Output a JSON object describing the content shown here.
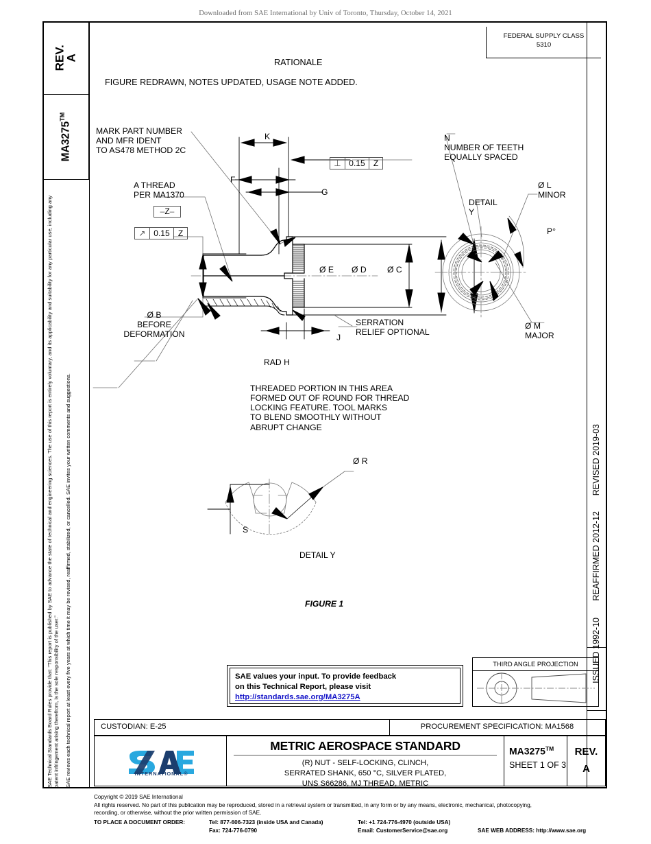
{
  "download_banner": "Downloaded from SAE International by Univ of Toronto, Thursday, October 14, 2021",
  "left_tabs": {
    "rev_label": "REV.",
    "rev_value": "A",
    "doc_number": "MA3275",
    "doc_tm": "TM"
  },
  "legal": {
    "paragraph_1": "SAE Technical Standards Board Rules provide that: “This report is published by SAE to advance the state of technical and engineering sciences. The use of this report is entirely voluntary, and its applicability and suitability for any particular use, including any patent infringement arising therefrom, is the sole responsibility of the user.”",
    "paragraph_2": "SAE reviews each technical report at least every five years at which time it may be revised, reaffirmed, stabilized, or cancelled. SAE invites your written comments and suggestions."
  },
  "dates": {
    "issued": "ISSUED 1992-10",
    "reaffirmed": "REAFFIRMED 2012-12",
    "revised": "REVISED 2019-03"
  },
  "federal_supply_class": {
    "label": "FEDERAL SUPPLY CLASS",
    "value": "5310"
  },
  "rationale": {
    "heading": "RATIONALE",
    "text": "FIGURE REDRAWN, NOTES UPDATED, USAGE NOTE ADDED."
  },
  "drawing": {
    "figure_caption": "FIGURE 1",
    "detail_y_caption": "DETAIL Y",
    "notes": {
      "mark_part": "MARK PART NUMBER\nAND MFR IDENT\nTO AS478 METHOD 2C",
      "a_thread": "A THREAD\nPER MA1370",
      "datum_z": "Z",
      "gtol_runout_value": "0.15",
      "gtol_runout_datum": "Z",
      "gtol_perp_value": "0.15",
      "gtol_perp_datum": "Z",
      "dia_b": "Ø B\nBEFORE\nDEFORMATION",
      "serration_relief": "SERRATION\nRELIEF OPTIONAL",
      "rad_h": "RAD H",
      "threaded_portion": "THREADED PORTION IN THIS AREA\nFORMED OUT OF ROUND FOR THREAD\nLOCKING FEATURE. TOOL MARKS\nTO BLEND SMOOTHLY WITHOUT\nABRUPT CHANGE",
      "teeth": "N\nNUMBER OF TEETH\nEQUALLY SPACED",
      "detail_y_callout": "DETAIL\nY",
      "dia_l": "Ø L\nMINOR",
      "dia_m": "Ø M\nMAJOR",
      "angle_p": "P°",
      "dia_r": "Ø R",
      "dim_s": "S"
    },
    "dimensions": {
      "k": "K",
      "f": "F",
      "g": "G",
      "j": "J",
      "dia_e": "Ø E",
      "dia_d": "Ø D",
      "dia_c": "Ø C"
    }
  },
  "feedback": {
    "line1": "SAE values your input. To provide feedback",
    "line2": "on this Technical Report, please visit",
    "link": "http://standards.sae.org/MA3275A"
  },
  "projection": {
    "label": "THIRD ANGLE PROJECTION"
  },
  "custodian_row": {
    "custodian": "CUSTODIAN: E-25",
    "procurement": "PROCUREMENT SPECIFICATION: MA1568"
  },
  "title_block": {
    "standard_title": "METRIC AEROSPACE STANDARD",
    "description_line1": "(R) NUT - SELF-LOCKING, CLINCH,",
    "description_line2": "SERRATED SHANK, 650 °C, SILVER PLATED,",
    "description_line3": "UNS S66286, MJ THREAD, METRIC",
    "doc_number": "MA3275",
    "doc_tm": "TM",
    "sheet": "SHEET 1 OF 3",
    "rev_label": "REV.",
    "rev_value": "A",
    "logo_text": "SAE",
    "logo_sub": "INTERNATIONAL®"
  },
  "footer": {
    "copyright": "Copyright © 2019 SAE International",
    "rights_1": "All rights reserved. No part of this publication may be reproduced, stored in a retrieval system or transmitted, in any form or by any means, electronic, mechanical, photocopying,",
    "rights_2": "recording, or otherwise, without the prior written permission of SAE.",
    "order_label": "TO PLACE A DOCUMENT ORDER:",
    "tel_inside": "Tel: 877-606-7323 (inside USA and Canada)",
    "fax": "Fax: 724-776-0790",
    "tel_outside": "Tel: +1 724-776-4970 (outside USA)",
    "email": "Email: CustomerService@sae.org",
    "web": "SAE WEB ADDRESS: http://www.sae.org"
  },
  "colors": {
    "link": "#1414c8",
    "logo_light_blue": "#29a8df",
    "logo_navy": "#1b3d6d",
    "line": "#000000",
    "thin_line": "#888888"
  }
}
